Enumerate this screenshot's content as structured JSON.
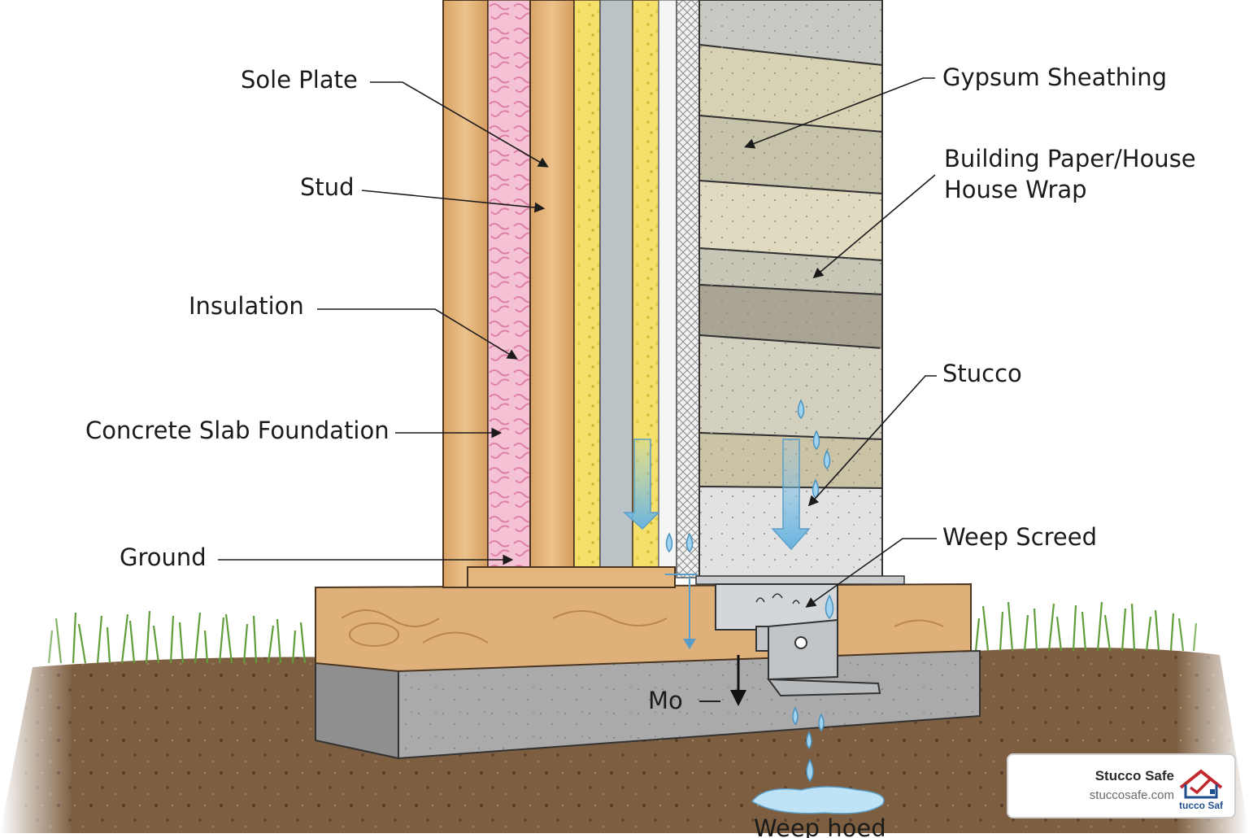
{
  "labels": {
    "sole_plate": "Sole Plate",
    "stud": "Stud",
    "insulation": "Insulation",
    "concrete_slab": "Concrete Slab Foundation",
    "ground": "Ground",
    "gypsum": "Gypsum Sheathing",
    "house_wrap": "Building Paper/House\nHouse Wrap",
    "stucco": "Stucco",
    "weep_screed": "Weep Screed",
    "mo": "Mo",
    "weep_hoed": "Weep hoed"
  },
  "brand": {
    "name": "Stucco Safe",
    "url": "stuccosafe.com",
    "logo_text": "tucco Saf"
  },
  "colors": {
    "wood": "#e2b27a",
    "insulation_pink": "#f1b6cc",
    "insulation_yellow": "#f2df62",
    "gypsum": "#bcc3c7",
    "stucco": "#d9d5c5",
    "concrete": "#a9a9a9",
    "soil": "#7a5c3d",
    "grass": "#5f9e3a",
    "water": "#8ec9e8"
  }
}
